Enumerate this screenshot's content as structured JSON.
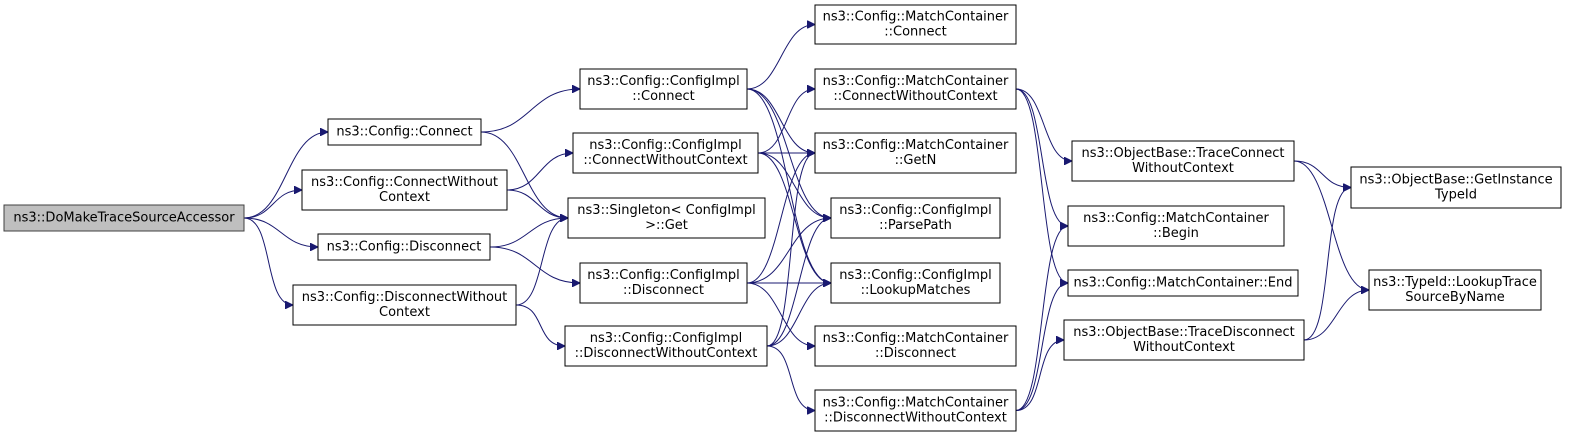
{
  "graph": {
    "edge_color": "#191970",
    "root_fill": "#bfbfbf",
    "nodes": [
      {
        "id": "root",
        "lines": [
          "ns3::DoMakeTraceSourceAccessor"
        ],
        "root": true
      },
      {
        "id": "cfg_connect",
        "lines": [
          "ns3::Config::Connect"
        ]
      },
      {
        "id": "cfg_connect_wo",
        "lines": [
          "ns3::Config::ConnectWithout",
          "Context"
        ]
      },
      {
        "id": "cfg_disconnect",
        "lines": [
          "ns3::Config::Disconnect"
        ]
      },
      {
        "id": "cfg_disconnect_wo",
        "lines": [
          "ns3::Config::DisconnectWithout",
          "Context"
        ]
      },
      {
        "id": "impl_connect",
        "lines": [
          "ns3::Config::ConfigImpl",
          "::Connect"
        ]
      },
      {
        "id": "impl_connect_wo",
        "lines": [
          "ns3::Config::ConfigImpl",
          "::ConnectWithoutContext"
        ]
      },
      {
        "id": "singleton_get",
        "lines": [
          "ns3::Singleton< ConfigImpl",
          ">::Get"
        ]
      },
      {
        "id": "impl_disconnect",
        "lines": [
          "ns3::Config::ConfigImpl",
          "::Disconnect"
        ]
      },
      {
        "id": "impl_disconnect_wo",
        "lines": [
          "ns3::Config::ConfigImpl",
          "::DisconnectWithoutContext"
        ]
      },
      {
        "id": "mc_connect",
        "lines": [
          "ns3::Config::MatchContainer",
          "::Connect"
        ]
      },
      {
        "id": "mc_connect_wo",
        "lines": [
          "ns3::Config::MatchContainer",
          "::ConnectWithoutContext"
        ]
      },
      {
        "id": "mc_getn",
        "lines": [
          "ns3::Config::MatchContainer",
          "::GetN"
        ]
      },
      {
        "id": "impl_parsepath",
        "lines": [
          "ns3::Config::ConfigImpl",
          "::ParsePath"
        ]
      },
      {
        "id": "impl_lookup",
        "lines": [
          "ns3::Config::ConfigImpl",
          "::LookupMatches"
        ]
      },
      {
        "id": "mc_disconnect",
        "lines": [
          "ns3::Config::MatchContainer",
          "::Disconnect"
        ]
      },
      {
        "id": "mc_disconnect_wo",
        "lines": [
          "ns3::Config::MatchContainer",
          "::DisconnectWithoutContext"
        ]
      },
      {
        "id": "ob_trace_connect",
        "lines": [
          "ns3::ObjectBase::TraceConnect",
          "WithoutContext"
        ]
      },
      {
        "id": "mc_begin",
        "lines": [
          "ns3::Config::MatchContainer",
          "::Begin"
        ]
      },
      {
        "id": "mc_end",
        "lines": [
          "ns3::Config::MatchContainer::End"
        ]
      },
      {
        "id": "ob_trace_disconnect",
        "lines": [
          "ns3::ObjectBase::TraceDisconnect",
          "WithoutContext"
        ]
      },
      {
        "id": "ob_getinstance",
        "lines": [
          "ns3::ObjectBase::GetInstance",
          "TypeId"
        ]
      },
      {
        "id": "typeid_lookup",
        "lines": [
          "ns3::TypeId::LookupTrace",
          "SourceByName"
        ]
      }
    ],
    "edges": [
      [
        "root",
        "cfg_connect"
      ],
      [
        "root",
        "cfg_connect_wo"
      ],
      [
        "root",
        "cfg_disconnect"
      ],
      [
        "root",
        "cfg_disconnect_wo"
      ],
      [
        "cfg_connect",
        "impl_connect"
      ],
      [
        "cfg_connect",
        "singleton_get"
      ],
      [
        "cfg_connect_wo",
        "impl_connect_wo"
      ],
      [
        "cfg_connect_wo",
        "singleton_get"
      ],
      [
        "cfg_disconnect",
        "singleton_get"
      ],
      [
        "cfg_disconnect",
        "impl_disconnect"
      ],
      [
        "cfg_disconnect_wo",
        "singleton_get"
      ],
      [
        "cfg_disconnect_wo",
        "impl_disconnect_wo"
      ],
      [
        "impl_connect",
        "mc_connect"
      ],
      [
        "impl_connect",
        "mc_getn"
      ],
      [
        "impl_connect",
        "impl_parsepath"
      ],
      [
        "impl_connect",
        "impl_lookup"
      ],
      [
        "impl_connect_wo",
        "mc_connect_wo"
      ],
      [
        "impl_connect_wo",
        "mc_getn"
      ],
      [
        "impl_connect_wo",
        "impl_parsepath"
      ],
      [
        "impl_connect_wo",
        "impl_lookup"
      ],
      [
        "impl_disconnect",
        "mc_getn"
      ],
      [
        "impl_disconnect",
        "impl_parsepath"
      ],
      [
        "impl_disconnect",
        "impl_lookup"
      ],
      [
        "impl_disconnect",
        "mc_disconnect"
      ],
      [
        "impl_disconnect_wo",
        "mc_getn"
      ],
      [
        "impl_disconnect_wo",
        "impl_parsepath"
      ],
      [
        "impl_disconnect_wo",
        "impl_lookup"
      ],
      [
        "impl_disconnect_wo",
        "mc_disconnect_wo"
      ],
      [
        "mc_connect_wo",
        "ob_trace_connect"
      ],
      [
        "mc_connect_wo",
        "mc_begin"
      ],
      [
        "mc_connect_wo",
        "mc_end"
      ],
      [
        "mc_disconnect_wo",
        "mc_begin"
      ],
      [
        "mc_disconnect_wo",
        "mc_end"
      ],
      [
        "mc_disconnect_wo",
        "ob_trace_disconnect"
      ],
      [
        "ob_trace_connect",
        "ob_getinstance"
      ],
      [
        "ob_trace_connect",
        "typeid_lookup"
      ],
      [
        "ob_trace_disconnect",
        "ob_getinstance"
      ],
      [
        "ob_trace_disconnect",
        "typeid_lookup"
      ]
    ]
  }
}
